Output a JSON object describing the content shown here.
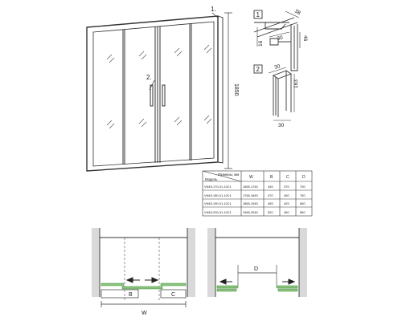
{
  "callouts": {
    "c1": "1.",
    "c2": "2."
  },
  "door_height": "1850",
  "detail1": {
    "num": "1",
    "dim_a": "16",
    "dim_b": "38",
    "dim_c": "30",
    "dim_d": "46"
  },
  "detail2": {
    "num": "2",
    "dim_w": "30",
    "dim_h": "163",
    "dim_b": "30"
  },
  "table": {
    "header_corner_top": "Размеры, мм",
    "header_corner_bottom": "Модель",
    "columns": [
      "W",
      "B",
      "C",
      "D"
    ],
    "rows": [
      {
        "model": "VN45-170-01-10C1",
        "w": "1665-1745",
        "b": "445",
        "c": "375",
        "d": "700"
      },
      {
        "model": "VN45-180-01-10C1",
        "w": "1765-1845",
        "b": "470",
        "c": "400",
        "d": "750"
      },
      {
        "model": "VN45-190-01-10C1",
        "w": "1865-1945",
        "b": "495",
        "c": "425",
        "d": "800"
      },
      {
        "model": "VN45-200-01-10C1",
        "w": "1965-2045",
        "b": "520",
        "c": "450",
        "d": "850"
      }
    ]
  },
  "plan1": {
    "label_b": "B",
    "label_c": "C",
    "label_w": "W"
  },
  "plan2": {
    "label_d": "D"
  }
}
